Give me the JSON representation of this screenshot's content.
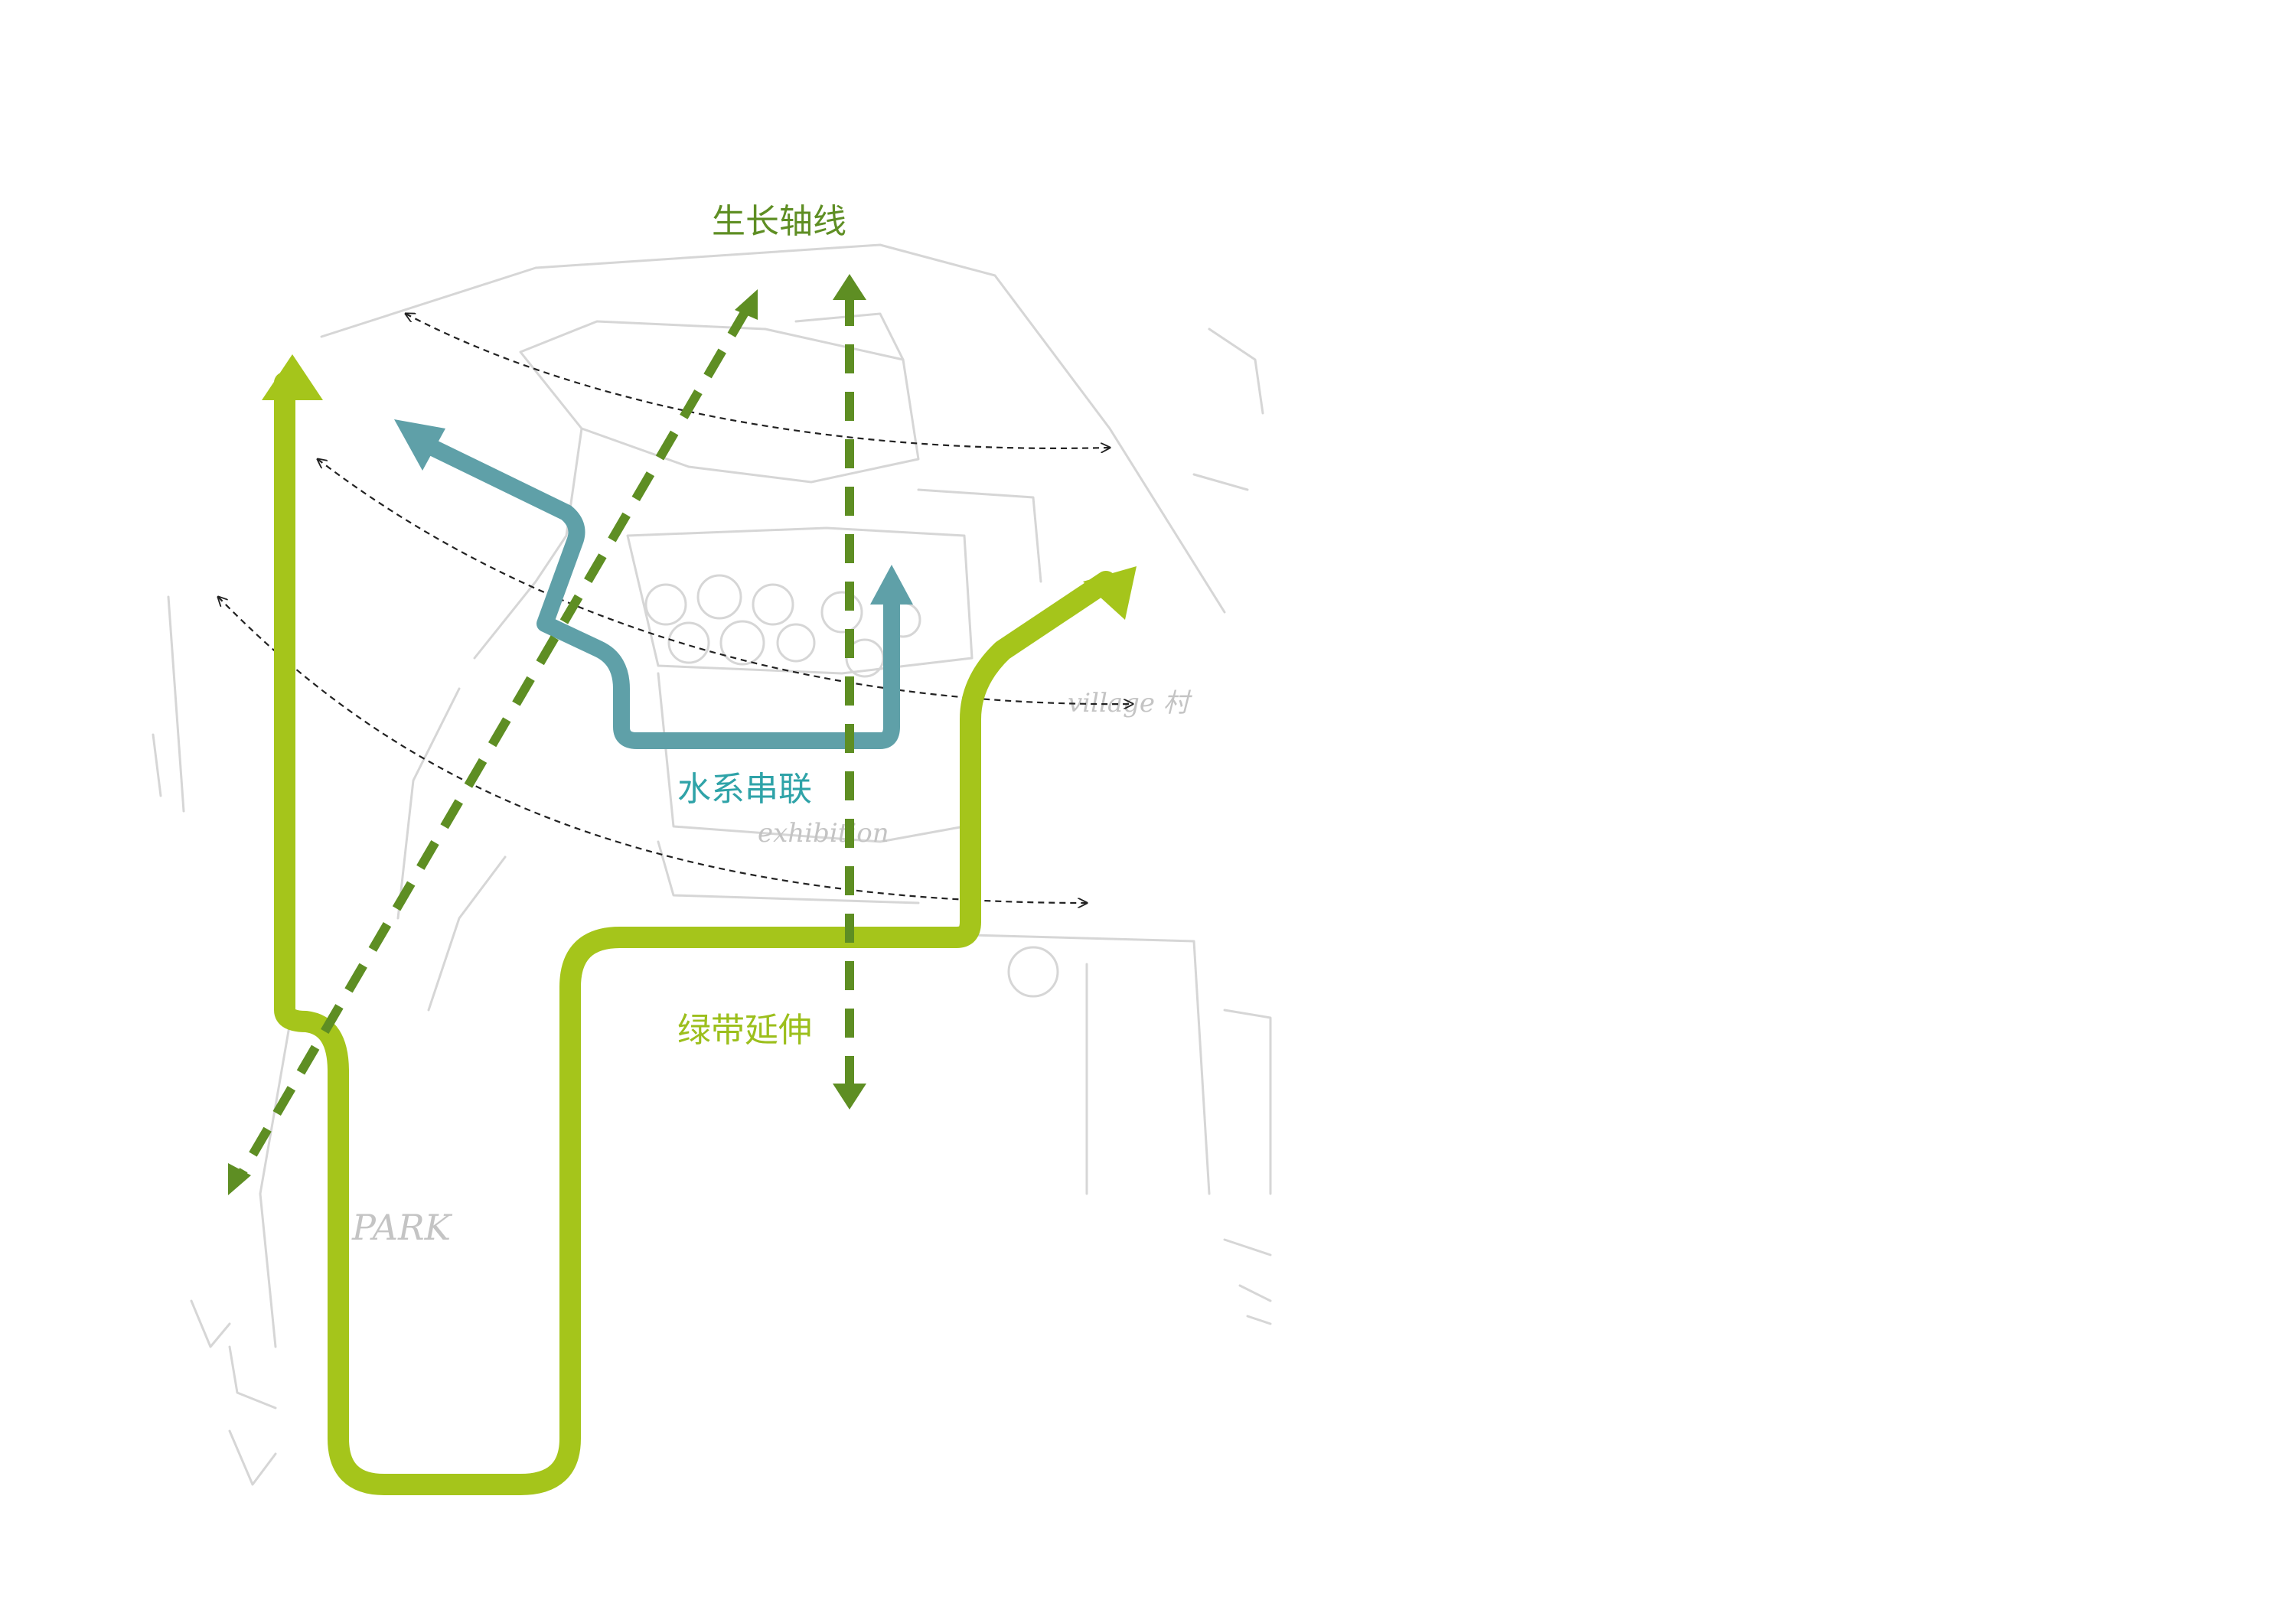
{
  "labels": {
    "growth_axis": "生长轴线",
    "water_link": "水系串联",
    "green_belt": "绿带延伸",
    "sketch_park": "PARK",
    "sketch_exhibition": "exhibition",
    "sketch_village": "village 村"
  },
  "colors": {
    "green_belt": "#a5c51b",
    "growth_axis": "#5e8e23",
    "water_link": "#5fa0a8",
    "sketch": "#c9c9c9",
    "flow_line": "#222222"
  },
  "icons": [
    "arrow-head-icon"
  ]
}
